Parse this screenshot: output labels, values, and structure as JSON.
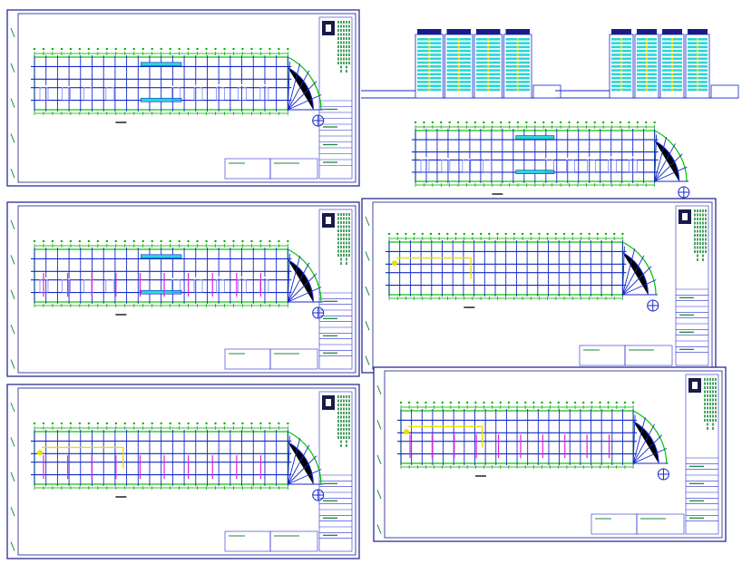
{
  "drawing_set": {
    "sheets": [
      {
        "id": "s1",
        "kind": "floor-plan"
      },
      {
        "id": "s2",
        "kind": "floor-plan"
      },
      {
        "id": "s3",
        "kind": "floor-plan"
      },
      {
        "id": "s4",
        "kind": "floor-plan"
      },
      {
        "id": "s5",
        "kind": "floor-plan"
      },
      {
        "id": "s6",
        "kind": "floor-plan"
      }
    ],
    "elevations": [
      {
        "id": "e1",
        "kind": "front-elevation"
      },
      {
        "id": "e2",
        "kind": "rear-elevation"
      }
    ]
  },
  "colors": {
    "frame": "#1a1a8c",
    "grid": "#1428c8",
    "wall": "#00c000",
    "cyan": "#29d6d6",
    "magenta": "#e020e0",
    "yellow": "#e8e000",
    "titleblock_text": "#1d8a3a"
  },
  "icons": {
    "logo": "company-logo-icon",
    "north_arrow": "north-arrow-icon"
  }
}
